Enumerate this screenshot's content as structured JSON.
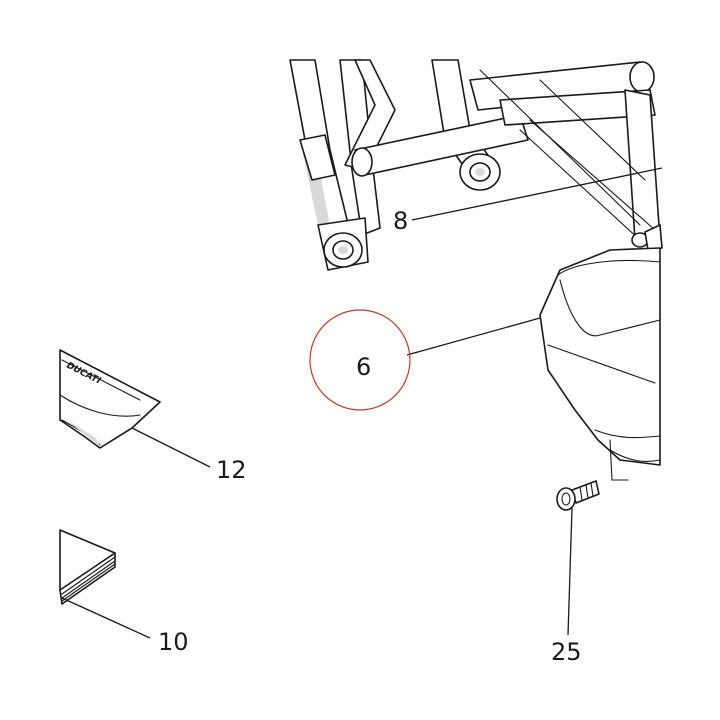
{
  "highlight_color": "#c0392b",
  "callouts": {
    "frame": "8",
    "cover": "6",
    "pouch": "12",
    "booklet": "10",
    "screw": "25"
  },
  "pouch_logo": "DUCATI"
}
